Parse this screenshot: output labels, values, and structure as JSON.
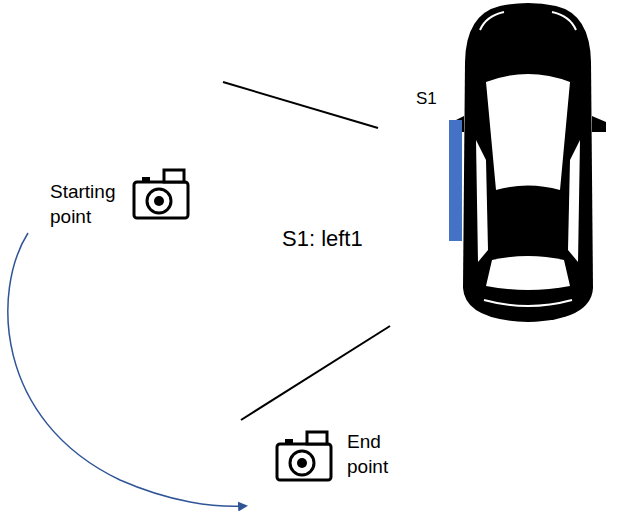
{
  "diagram": {
    "labels": [
      "S1",
      "Starting point",
      "S1: left1",
      "End point"
    ]
  }
}
